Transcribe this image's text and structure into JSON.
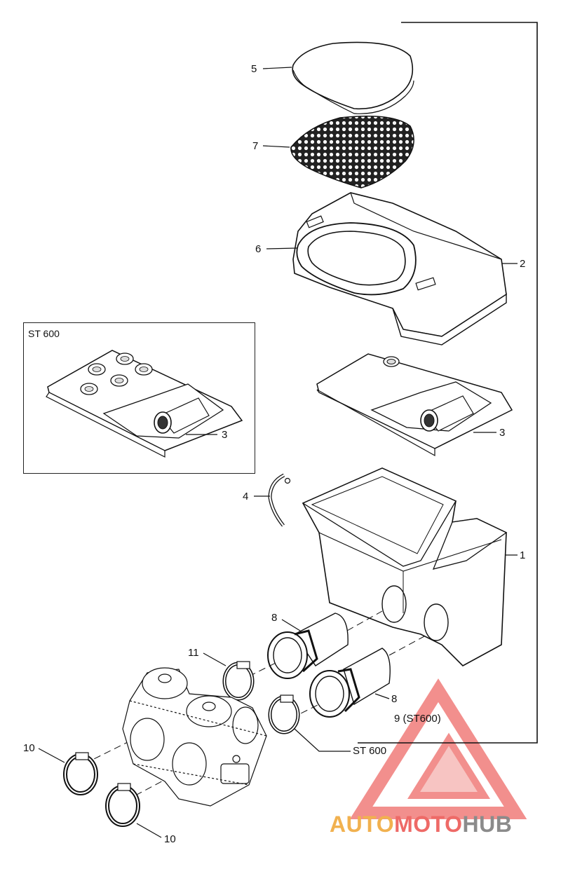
{
  "callouts": {
    "c5": "5",
    "c7": "7",
    "c6": "6",
    "c2": "2",
    "c3_inset": "3",
    "c3_main": "3",
    "c4": "4",
    "c1": "1",
    "c8_top": "8",
    "c8_bottom": "8",
    "c11": "11",
    "c9": "9 (ST600)",
    "st600_label": "ST 600",
    "c10_left": "10",
    "c10_bottom": "10"
  },
  "inset": {
    "title": "ST 600"
  },
  "watermark": {
    "auto": "AUTO",
    "moto": "MOTO",
    "hub": "HUB"
  },
  "colors": {
    "line": "#1a1a1a",
    "logo_red": "#ee6a67",
    "logo_orange": "#f1b14f",
    "logo_gray": "#8b8b8b"
  }
}
